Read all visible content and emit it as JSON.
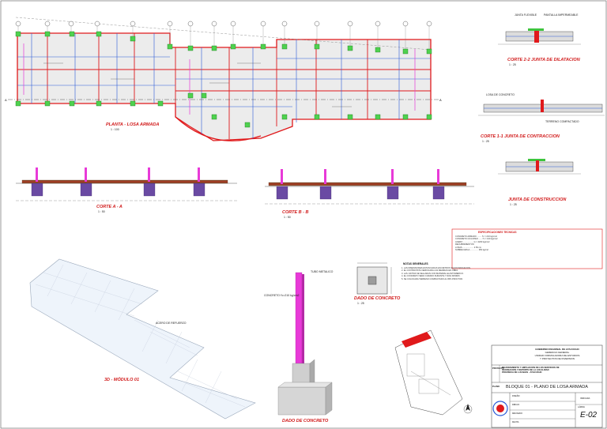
{
  "sheet": {
    "code": "E-02",
    "title": "BLOQUE 01 - PLANO DE LOSA ARMADA",
    "scale_text": "INDICADA",
    "colors": {
      "red": "#e0191b",
      "blue": "#2a5bd7",
      "magenta": "#e83ad8",
      "green": "#3ec43e",
      "concrete": "#e4e4e4",
      "purple": "#6a4aa3"
    }
  },
  "views": {
    "plan": {
      "title": "PLANTA - LOSA ARMADA",
      "scale": "1 : 100"
    },
    "section_a": {
      "title": "CORTE A - A",
      "scale": "1 : 50"
    },
    "section_b": {
      "title": "CORTE B - B",
      "scale": "1 : 50"
    },
    "joint_dilatacion": {
      "title": "CORTE 2-2 JUNTA DE DILATACION",
      "scale": "1 : 25"
    },
    "joint_contraccion": {
      "title": "CORTE 1-1 JUNTA DE CONTRACCION",
      "scale": "1 : 25"
    },
    "joint_construccion": {
      "title": "JUNTA DE CONSTRUCCION",
      "scale": "1 : 25"
    },
    "module_3d": {
      "title": "3D - MÓDULO 01"
    },
    "dado_plan": {
      "title": "DADO DE CONCRETO",
      "scale": "1 : 25"
    },
    "dado_3d": {
      "title": "DADO DE CONCRETO"
    }
  },
  "callouts": {
    "junta_flexible": "JUNTA FLEXIBLE",
    "pantalla_impermeable": "PANTALLA IMPERMEABLE",
    "losa_concreto": "LOSA DE CONCRETO",
    "terreno_compactado": "TERRENO COMPACTADO",
    "tubo_metalico": "TUBO METALICO",
    "concreto_fc": "CONCRETO f'c=210 kg/cm2",
    "acero_refuerzo": "ACERO DE REFUERZO"
  },
  "specs": {
    "heading": "ESPECIFICACIONES TECNICAS",
    "lines": [
      "CONCRETO ARMADO ........ f'c = 210 kg/cm2",
      "CONCRETO CICLOPEO ...... f'c = 100 kg/cm2",
      "ACERO .................. fy = 4200 kg/cm2",
      "RECUBRIMIENTOS:",
      "LOSAS ................... 2.50 cm",
      "SOBRECARGA .............. 250 kg/m2"
    ]
  },
  "notes": {
    "heading": "NOTAS GENERALES",
    "lines": [
      "1. LAS DIMENSIONES ESTAN DADAS EN METROS SALVO INDICACION.",
      "2. EL CONTRATISTA VERIFICARA LAS MEDIDAS EN OBRA.",
      "3. LAS JUNTAS SE SELLARAN CON MATERIAL ELASTOMERICO.",
      "4. EL CONCRETO SERA CURADO DURANTE 7 DIAS MINIMO.",
      "5. SE COLOCARA TERRENO COMPACTADO AL 95% PROCTOR."
    ]
  },
  "titleblock": {
    "entity_lines": [
      "GOBIERNO REGIONAL DE AYACUCHO",
      "GERENCIA GENERAL",
      "UNIDAD FORMULADORA DE ESTUDIOS",
      "Y PROYECTOS DE INVERSION"
    ],
    "project_label": "PROYECTO",
    "project_lines": [
      "MEJORAMIENTO Y AMPLIACION DE LOS SERVICIOS DE",
      "RECREACION Y DEPORTE DE LA LOCALIDAD",
      "PROVINCIA DE LUCANAS - AYACUCHO"
    ],
    "plan_label": "PLANO",
    "rows": [
      "DISEÑO",
      "DIBUJO",
      "REVISADO",
      "FECHA"
    ],
    "lamina_label": "LÁMINA"
  }
}
